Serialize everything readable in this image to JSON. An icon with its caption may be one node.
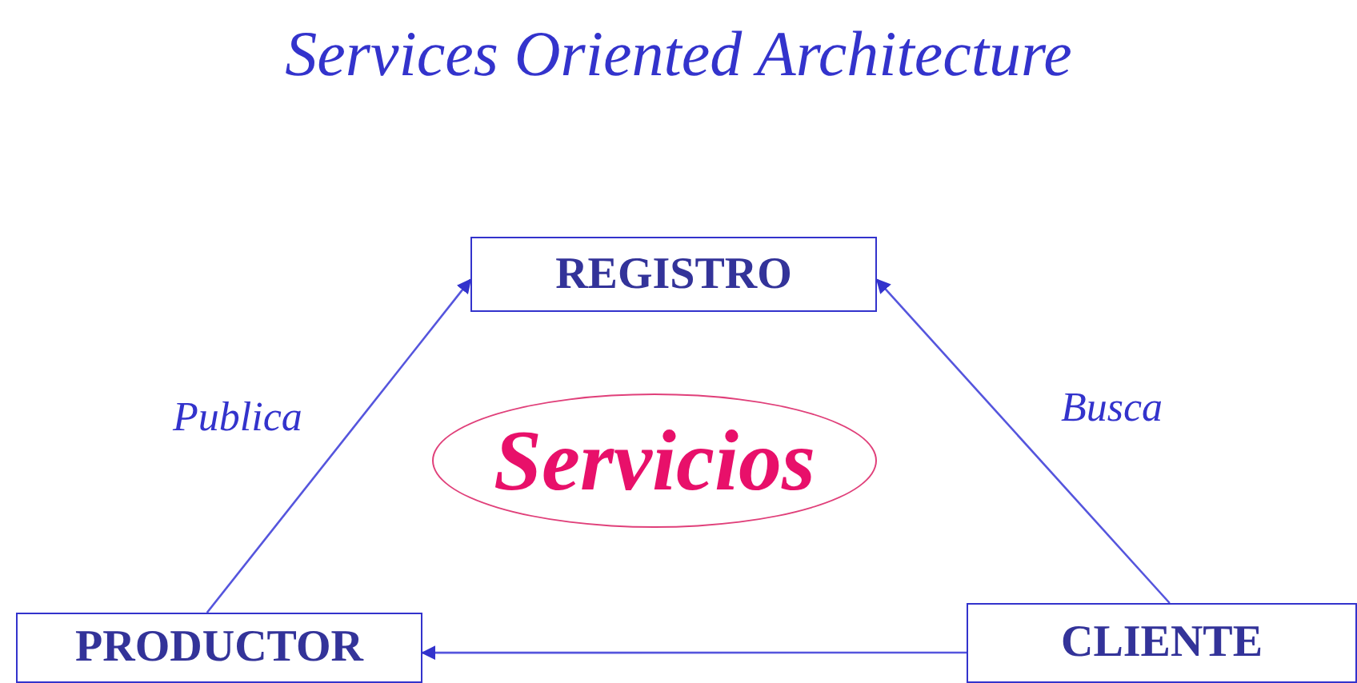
{
  "diagram": {
    "title": "Services Oriented Architecture",
    "nodes": [
      {
        "text": [
          "REGISTRO"
        ]
      },
      {
        "text": [
          "Servicios"
        ]
      },
      {
        "text": [
          "PRODUCTOR"
        ]
      },
      {
        "text": [
          "CLIENTE"
        ]
      }
    ],
    "edges": [
      {
        "from": 2,
        "to": 0,
        "arrow": "to",
        "label": "Publica"
      },
      {
        "from": 3,
        "to": 0,
        "arrow": "to",
        "label": "Busca"
      },
      {
        "from": 3,
        "to": 2,
        "arrow": "to"
      }
    ]
  }
}
